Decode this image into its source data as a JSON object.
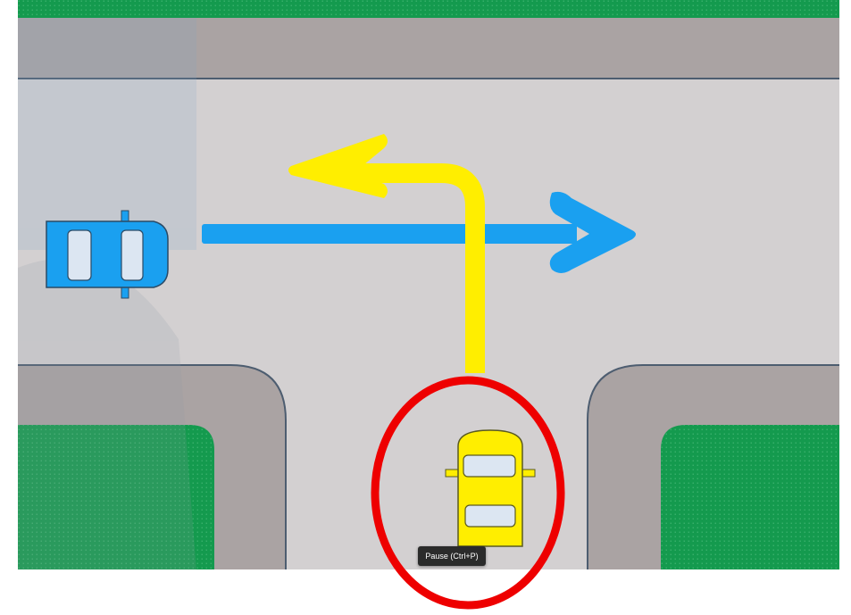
{
  "colors": {
    "grass": "#149a4e",
    "sidewalk": "#aaa3a3",
    "road": "#d3d0d1",
    "curb_line": "#4d5d70",
    "blue_car": "#1aa0f0",
    "yellow_car": "#ffee00",
    "yellow_arrow": "#ffee00",
    "blue_arrow": "#1aa0f0",
    "highlight_ring": "#ee0000"
  },
  "icons": {
    "blue_car": "car-top-view-facing-right",
    "yellow_car": "car-top-view-facing-up",
    "yellow_arrow": "left-turn-arrow",
    "blue_arrow": "straight-arrow-right"
  },
  "tooltip": {
    "text": "Pause (Ctrl+P)"
  }
}
